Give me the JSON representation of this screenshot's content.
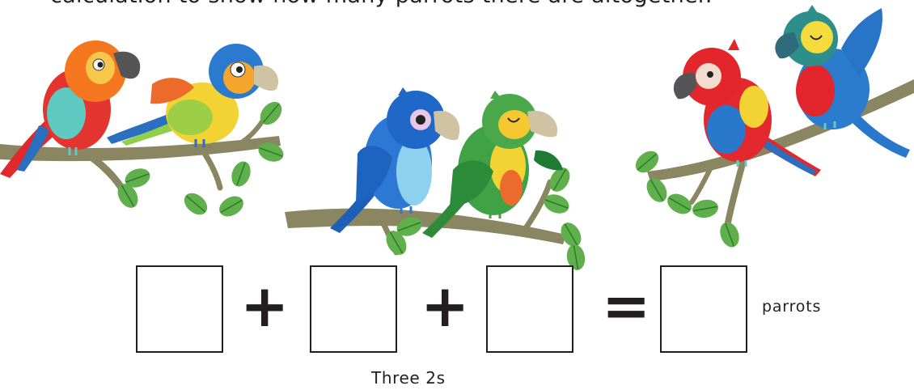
{
  "instruction": "calculation to show how many parrots there are altogether.",
  "equation": {
    "plus_1": "+",
    "plus_2": "+",
    "equals": "=",
    "unit_label": "parrots"
  },
  "hint": "Three 2s",
  "colors": {
    "branch": "#8a8662",
    "leaf": "#5fb04c",
    "leaf_vein": "#2f7a2a",
    "box_border": "#231f20",
    "text": "#231f20"
  }
}
